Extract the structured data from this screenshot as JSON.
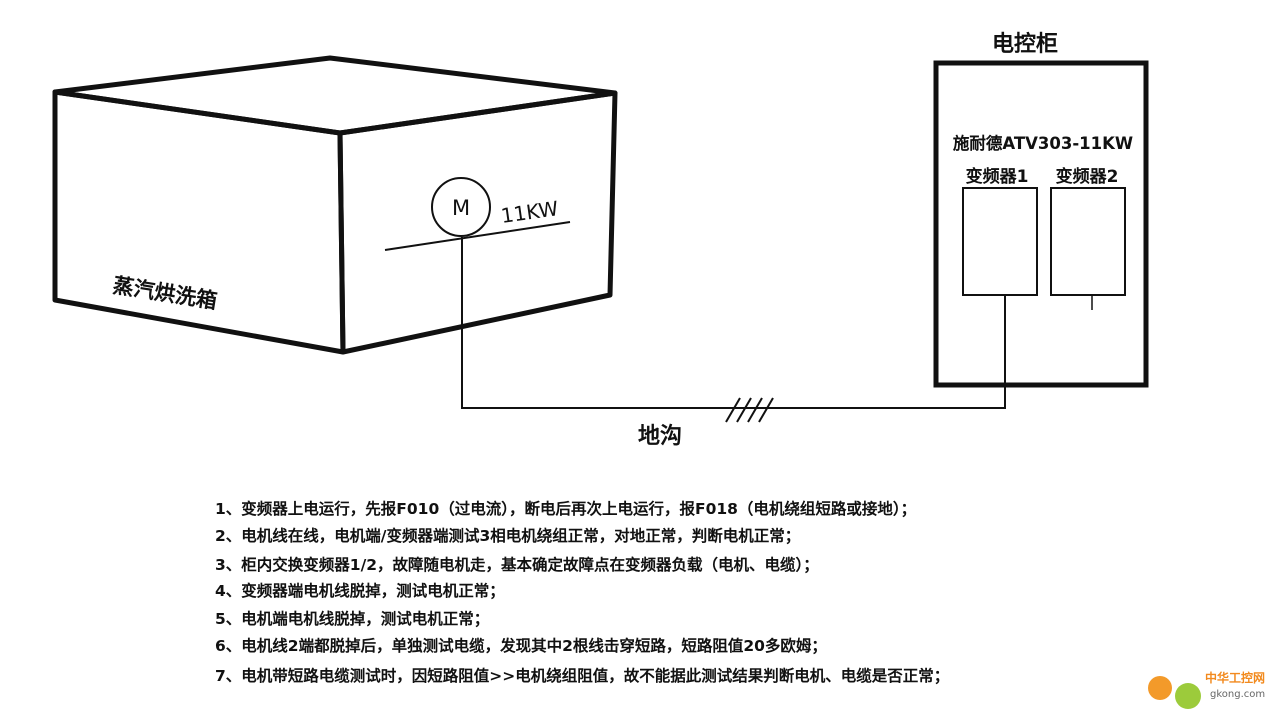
{
  "diagram": {
    "machine_label": "蒸汽烘洗箱",
    "motor_symbol": "M",
    "motor_power": "11KW",
    "trench_label": "地沟",
    "cabinet": {
      "title": "电控柜",
      "model": "施耐德ATV303-11KW",
      "inverters": [
        "变频器1",
        "变频器2"
      ]
    }
  },
  "notes": [
    "1、变频器上电运行，先报F010（过电流），断电后再次上电运行，报F018（电机绕组短路或接地）；",
    "2、电机线在线，电机端/变频器端测试3相电机绕组正常，对地正常，判断电机正常；",
    "3、柜内交换变频器1/2，故障随电机走，基本确定故障点在变频器负载（电机、电缆）；",
    "4、变频器端电机线脱掉，测试电机正常；",
    "5、电机端电机线脱掉，测试电机正常；",
    "6、电机线2端都脱掉后，单独测试电缆，发现其中2根线击穿短路，短路阻值20多欧姆；",
    "7、电机带短路电缆测试时，因短路阻值>>电机绕组阻值，故不能据此测试结果判断电机、电缆是否正常；"
  ],
  "watermark": {
    "cn": "中华工控网",
    "en": "gkong.com"
  }
}
